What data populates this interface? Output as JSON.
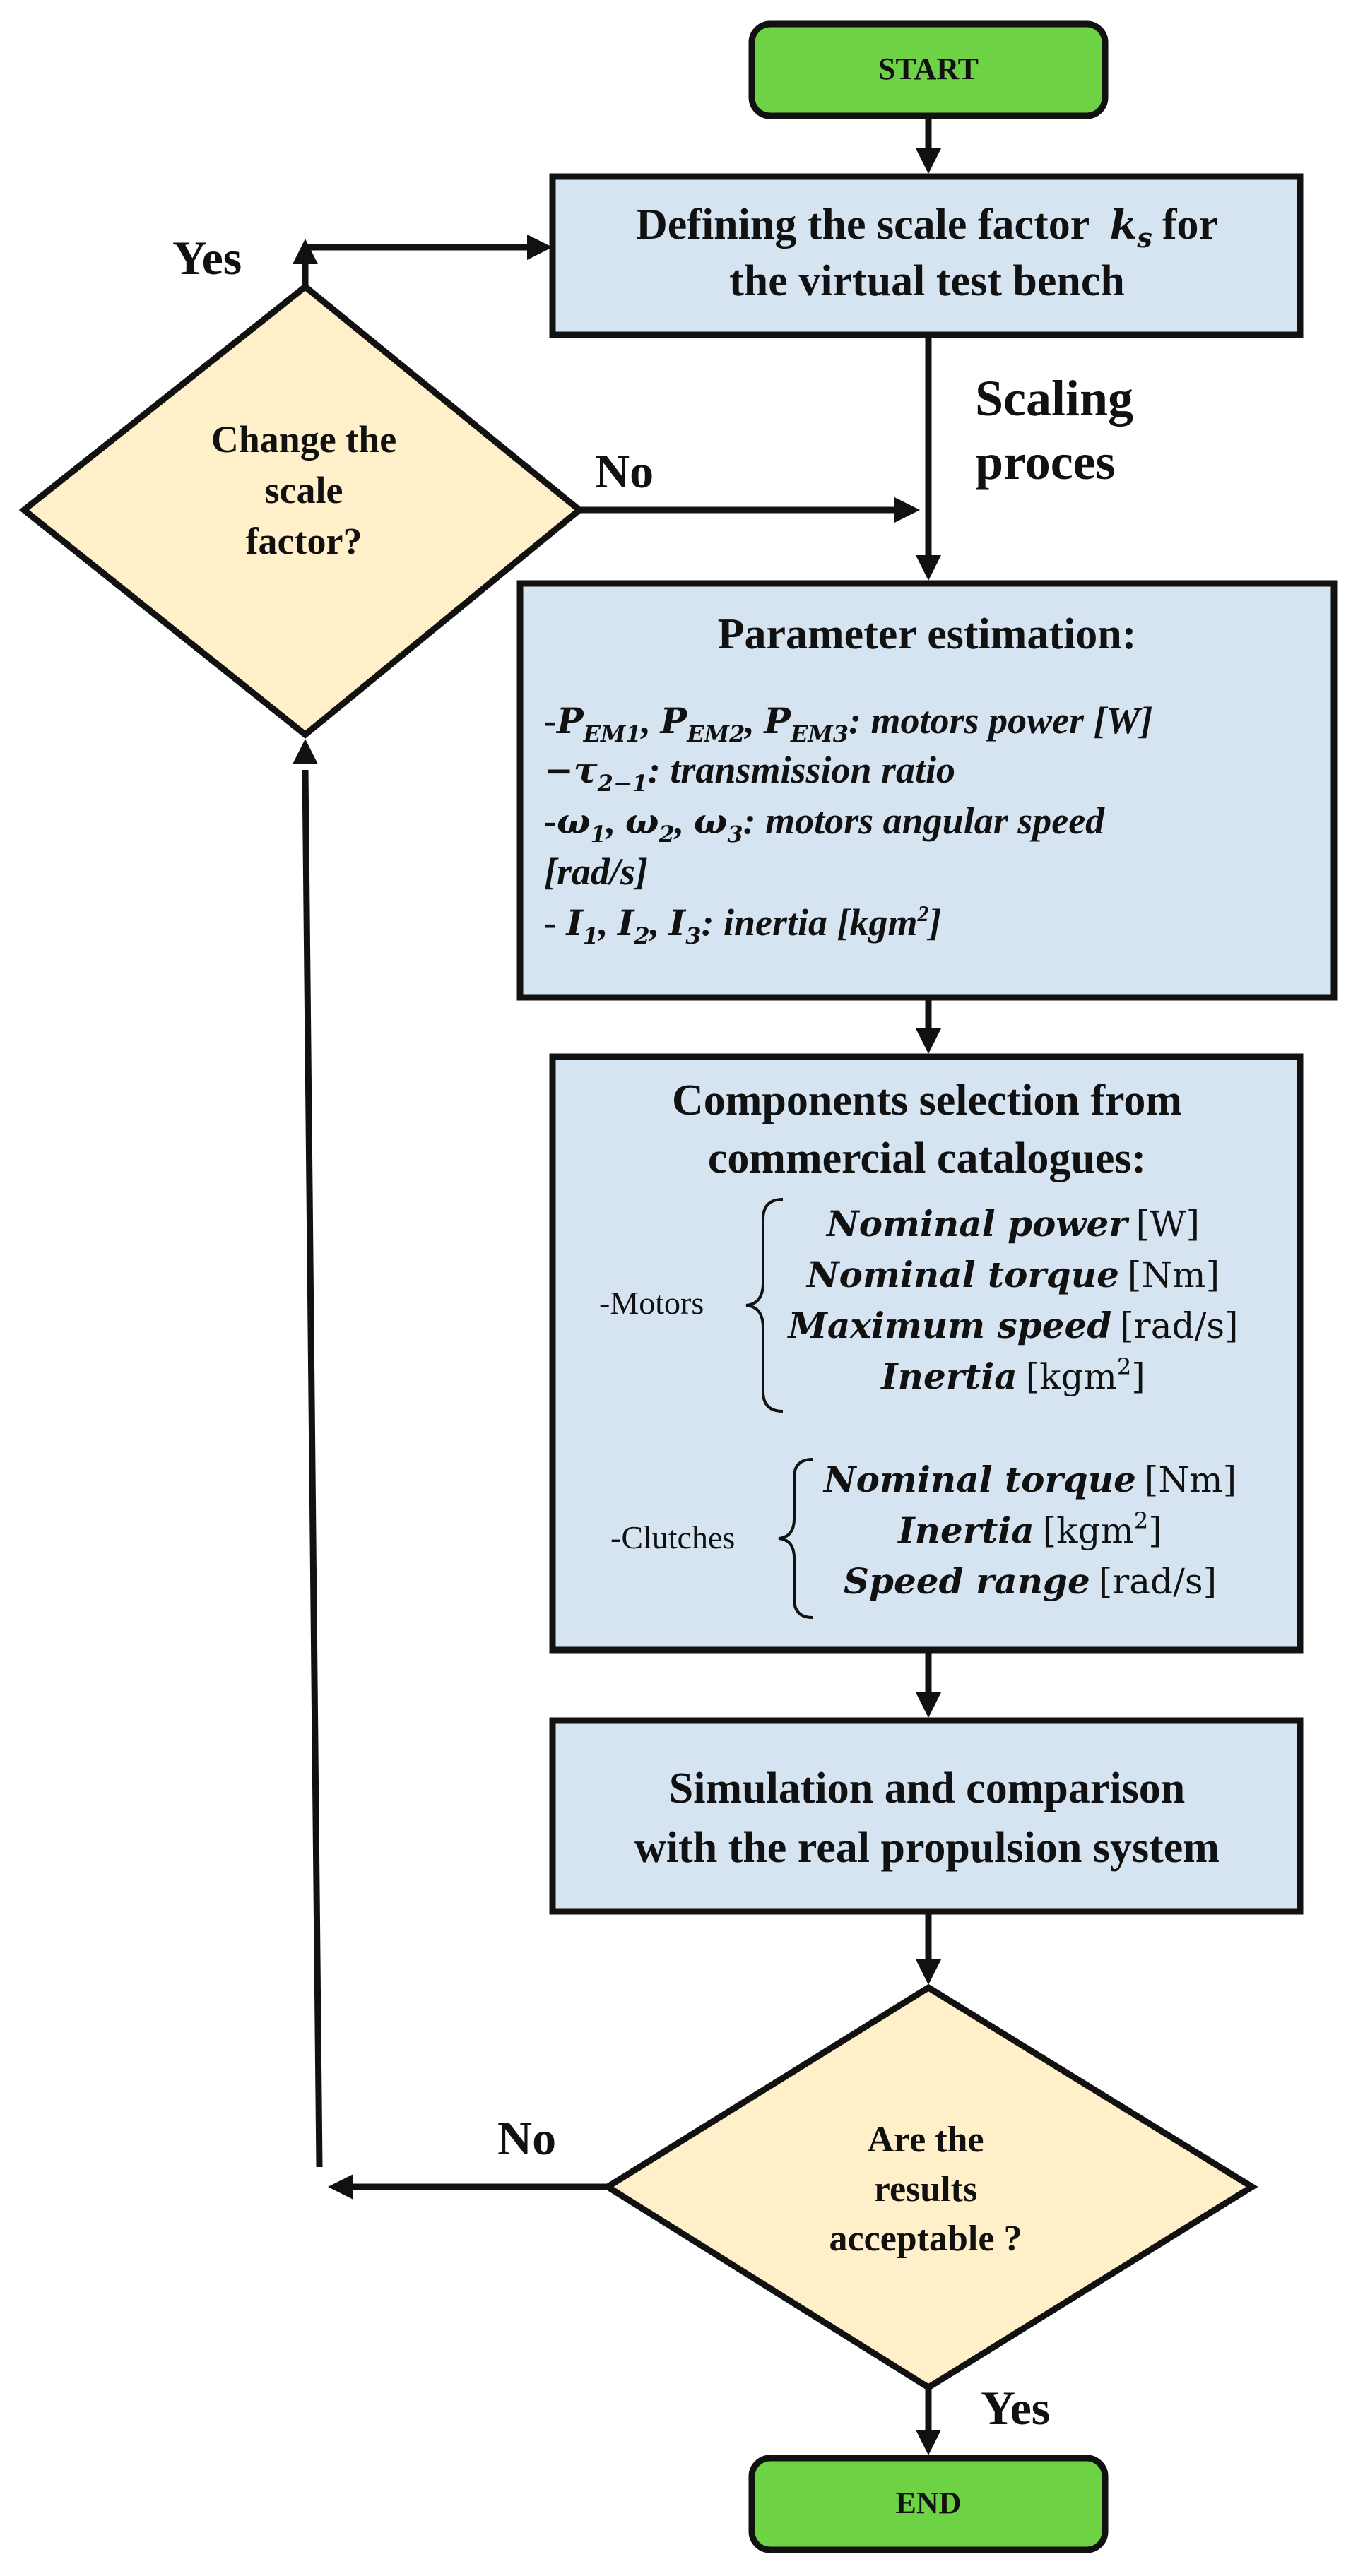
{
  "colors": {
    "terminal_fill": "#6dd344",
    "process_fill": "#d6e4f2",
    "decision_fill": "#fff0c9",
    "stroke": "#111111"
  },
  "nodes": {
    "start": "START",
    "end": "END",
    "define": {
      "line1": "Defining the scale factor",
      "symbol": "k",
      "subscript": "s",
      "line1_tail": "for",
      "line2": "the virtual test bench"
    },
    "change_decision": {
      "line1": "Change the",
      "line2": "scale",
      "line3": "factor?"
    },
    "parameter": {
      "title": "Parameter estimation:",
      "power": {
        "prefix": "-",
        "p": "P",
        "sub1": "EM1",
        "sub2": "EM2",
        "sub3": "EM3",
        "sep": ", ",
        "suffix": ": motors power [W]"
      },
      "ratio": {
        "prefix": "−",
        "tau": "τ",
        "sub": "2−1",
        "suffix": ": transmission ratio"
      },
      "speed": {
        "prefix": "-",
        "omega": "ω",
        "sub1": "1",
        "sub2": "2",
        "sub3": "3",
        "sep": ", ",
        "suffix": ": motors angular speed",
        "line2": "[rad/s]"
      },
      "inertia": {
        "prefix": "- ",
        "i": "I",
        "sub1": "1",
        "sub2": "2",
        "sub3": "3",
        "sep": ", ",
        "suffix": ": inertia [kgm",
        "sup": "2",
        "close": "]"
      }
    },
    "components": {
      "title1": "Components selection from",
      "title2": "commercial catalogues:",
      "motors_label": "-Motors",
      "motors": [
        {
          "name": "Nominal power",
          "unit": "[W]"
        },
        {
          "name": "Nominal torque",
          "unit": "[Nm]"
        },
        {
          "name": "Maximum speed",
          "unit": "[rad/s]"
        },
        {
          "name": "Inertia",
          "unit_pre": "[kgm",
          "sup": "2",
          "unit_post": "]"
        }
      ],
      "clutches_label": "-Clutches",
      "clutches": [
        {
          "name": "Nominal torque",
          "unit": "[Nm]"
        },
        {
          "name": "Inertia",
          "unit_pre": "[kgm",
          "sup": "2",
          "unit_post": "]"
        },
        {
          "name": "Speed range",
          "unit": "[rad/s]"
        }
      ]
    },
    "simulation": {
      "line1": "Simulation and comparison",
      "line2": "with the real propulsion system"
    },
    "results_decision": {
      "line1": "Are the",
      "line2": "results",
      "line3": "acceptable ?"
    }
  },
  "labels": {
    "yes_top": "Yes",
    "no_middle": "No",
    "scaling_line1": "Scaling",
    "scaling_line2": "proces",
    "no_bottom": "No",
    "yes_bottom": "Yes"
  }
}
